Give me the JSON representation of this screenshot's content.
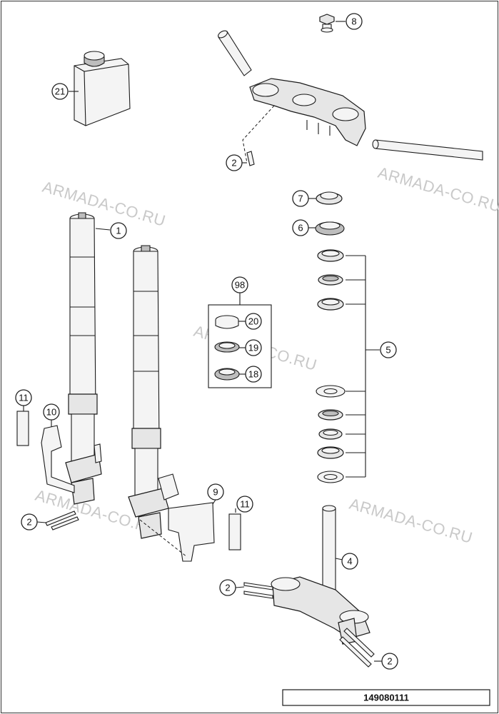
{
  "watermarks": [
    "ARMADA-CO.RU",
    "ARMADA-CO.RU",
    "ARMADA-CO.RU",
    "ARMADA-CO.RU",
    "ARMADA-CO.RU"
  ],
  "callouts": {
    "c21": "21",
    "c8": "8",
    "c2_top": "2",
    "c7": "7",
    "c6": "6",
    "c1": "1",
    "c98": "98",
    "c20": "20",
    "c19": "19",
    "c18": "18",
    "c5": "5",
    "c11_left": "11",
    "c10": "10",
    "c9": "9",
    "c11_right": "11",
    "c2_left": "2",
    "c4": "4",
    "c2_lower_left": "2",
    "c2_lower_right": "2"
  },
  "document_code": "149080111"
}
